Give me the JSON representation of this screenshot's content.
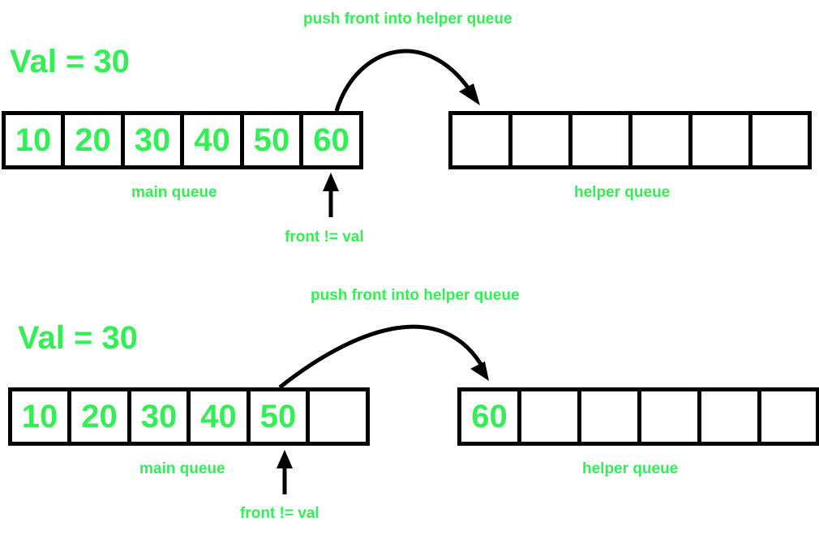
{
  "accent_color": "#33ee55",
  "panels": [
    {
      "val_label": "Val = 30",
      "push_note": "push front into helper queue",
      "main_queue": {
        "cells": [
          "10",
          "20",
          "30",
          "40",
          "50",
          "60"
        ],
        "label": "main queue"
      },
      "helper_queue": {
        "cells": [
          "",
          "",
          "",
          "",
          "",
          ""
        ],
        "label": "helper queue"
      },
      "pointer_note": "front != val"
    },
    {
      "val_label": "Val = 30",
      "push_note": "push front into helper queue",
      "main_queue": {
        "cells": [
          "10",
          "20",
          "30",
          "40",
          "50",
          ""
        ],
        "label": "main queue"
      },
      "helper_queue": {
        "cells": [
          "60",
          "",
          "",
          "",
          "",
          ""
        ],
        "label": "helper queue"
      },
      "pointer_note": "front != val"
    }
  ]
}
